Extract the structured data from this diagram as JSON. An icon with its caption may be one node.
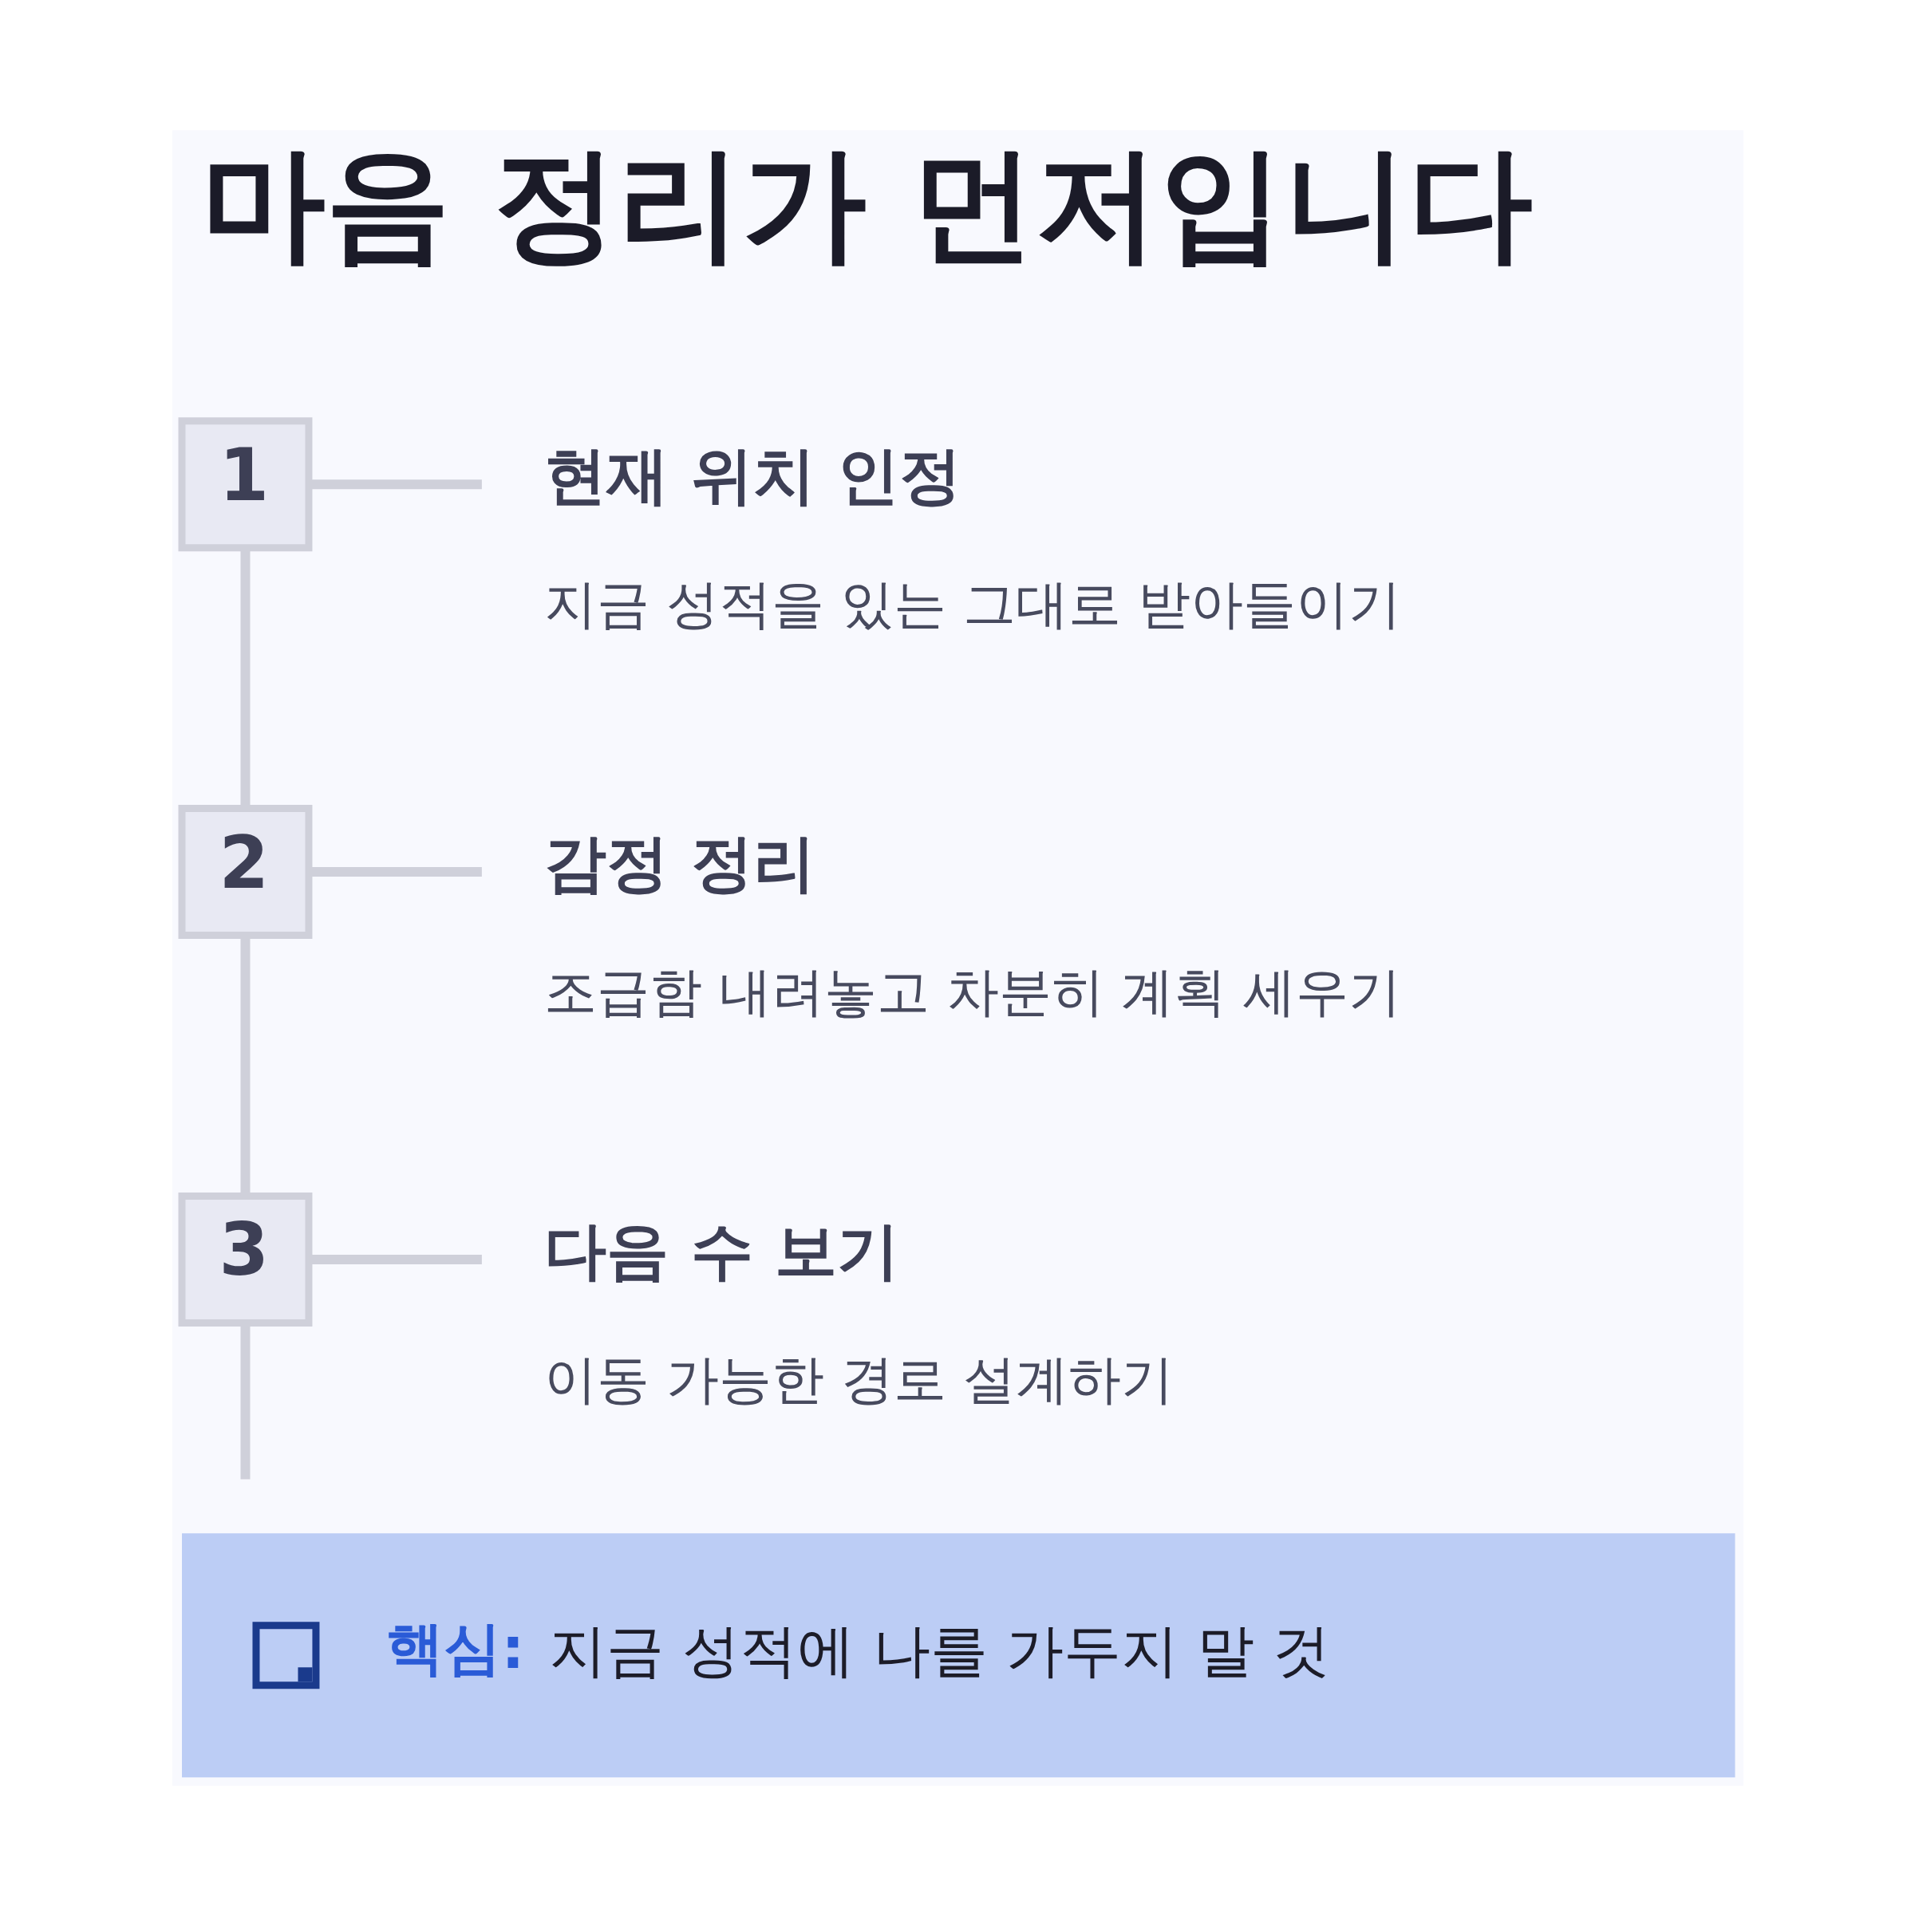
{
  "diagram": {
    "title": "마음 정리가 먼저입니다",
    "nodes": [
      {
        "text": [
          "1"
        ]
      },
      {
        "text": [
          "현재 위치 인정",
          "지금 성적을 있는 그대로 받아들이기"
        ]
      },
      {
        "text": [
          "2"
        ]
      },
      {
        "text": [
          "감정 정리",
          "조급함 내려놓고 차분히 계획 세우기"
        ]
      },
      {
        "text": [
          "3"
        ]
      },
      {
        "text": [
          "다음 수 보기",
          "이동 가능한 경로 설계하기"
        ]
      },
      {
        "text": [
          "핵심:",
          "지금 성적에 나를 가두지 말 것"
        ]
      }
    ],
    "edges": [
      {
        "from": 0,
        "to": 1,
        "arrow": "none"
      },
      {
        "from": 0,
        "to": 2,
        "arrow": "none"
      },
      {
        "from": 2,
        "to": 3,
        "arrow": "none"
      },
      {
        "from": 2,
        "to": 4,
        "arrow": "none"
      },
      {
        "from": 4,
        "to": 5,
        "arrow": "none"
      },
      {
        "from": 4,
        "to": null,
        "arrow": "none"
      }
    ]
  }
}
